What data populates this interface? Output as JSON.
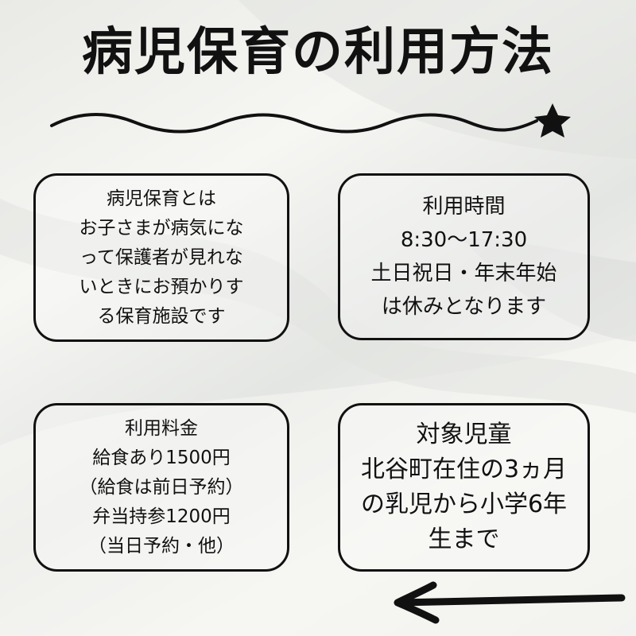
{
  "title": "病児保育の利用方法",
  "cards": {
    "what": {
      "lines": [
        "病児保育とは",
        "お子さまが病気にな",
        "って保護者が見れな",
        "いときにお預かりす",
        "る保育施設です"
      ]
    },
    "hours": {
      "lines": [
        "利用時間",
        "8:30〜17:30",
        "土日祝日・年末年始",
        "は休みとなります"
      ]
    },
    "fee": {
      "lines": [
        "利用料金",
        "給食あり1500円",
        "（給食は前日予約）",
        "弁当持参1200円",
        "（当日予約・他）"
      ]
    },
    "target": {
      "lines": [
        "対象児童",
        "北谷町在住の3ヵ月",
        "の乳児から小学6年",
        "生まで"
      ]
    }
  },
  "colors": {
    "ink": "#111111",
    "background": "#efefec"
  },
  "icons": {
    "star": "star-icon",
    "arrow": "arrow-left-icon"
  }
}
